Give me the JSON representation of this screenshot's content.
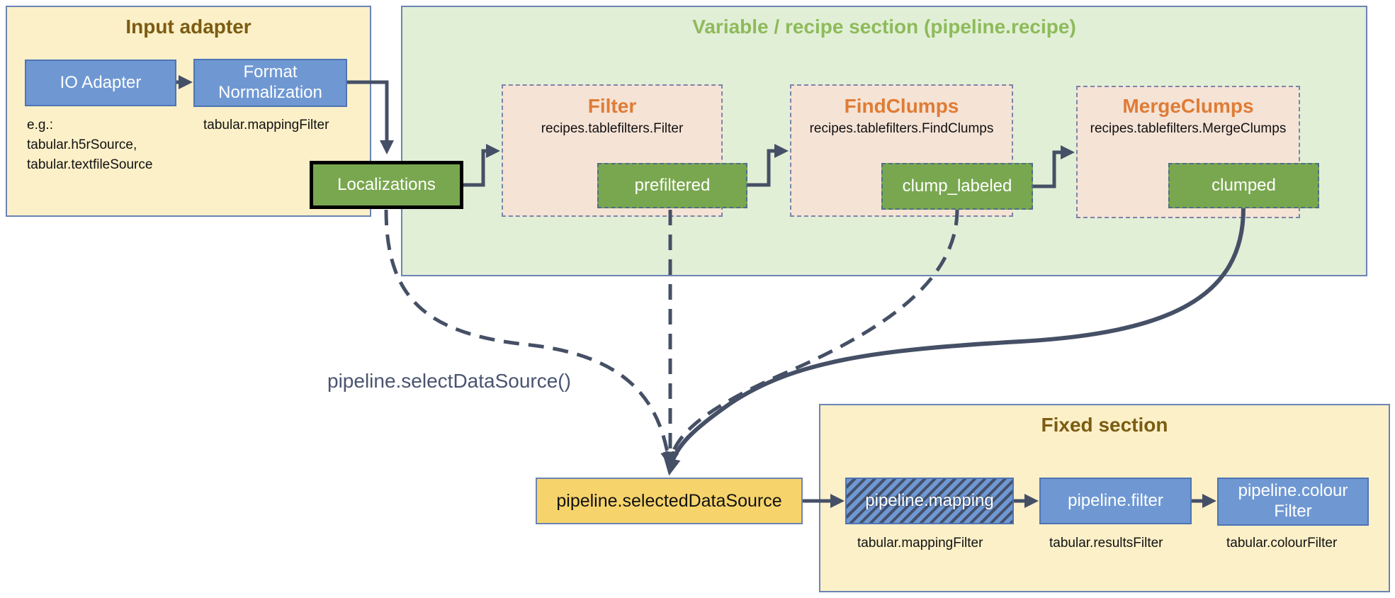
{
  "input_adapter": {
    "title": "Input adapter",
    "io_adapter": "IO Adapter",
    "format_normalization": "Format Normalization",
    "examples_label": "e.g.:",
    "example_1": "tabular.h5rSource,",
    "example_2": "tabular.textfileSource",
    "mapping_filter_caption": "tabular.mappingFilter",
    "localizations": "Localizations"
  },
  "recipe_section": {
    "title": "Variable / recipe section (pipeline.recipe)",
    "filter": {
      "title": "Filter",
      "class": "recipes.tablefilters.Filter",
      "output": "prefiltered"
    },
    "findclumps": {
      "title": "FindClumps",
      "class": "recipes.tablefilters.FindClumps",
      "output": "clump_labeled"
    },
    "mergeclumps": {
      "title": "MergeClumps",
      "class": "recipes.tablefilters.MergeClumps",
      "output": "clumped"
    }
  },
  "select_label": "pipeline.selectDataSource()",
  "selected_source": "pipeline.selectedDataSource",
  "fixed_section": {
    "title": "Fixed section",
    "mapping": {
      "label": "pipeline.mapping",
      "caption": "tabular.mappingFilter"
    },
    "filter": {
      "label": "pipeline.filter",
      "caption": "tabular.resultsFilter"
    },
    "colour": {
      "label": "pipeline.colour Filter",
      "caption": "tabular.colourFilter"
    }
  },
  "colors": {
    "input_bg": "#fcf0c8",
    "recipe_bg": "#e2efd7",
    "blue_box": "#6f98d3",
    "green_box": "#79a74f",
    "recipe_title": "#df7c35",
    "section_title_brown": "#7b5c12",
    "section_title_green": "#8dbb5a",
    "selected_box": "#f6d46b",
    "arrow": "#455066"
  }
}
